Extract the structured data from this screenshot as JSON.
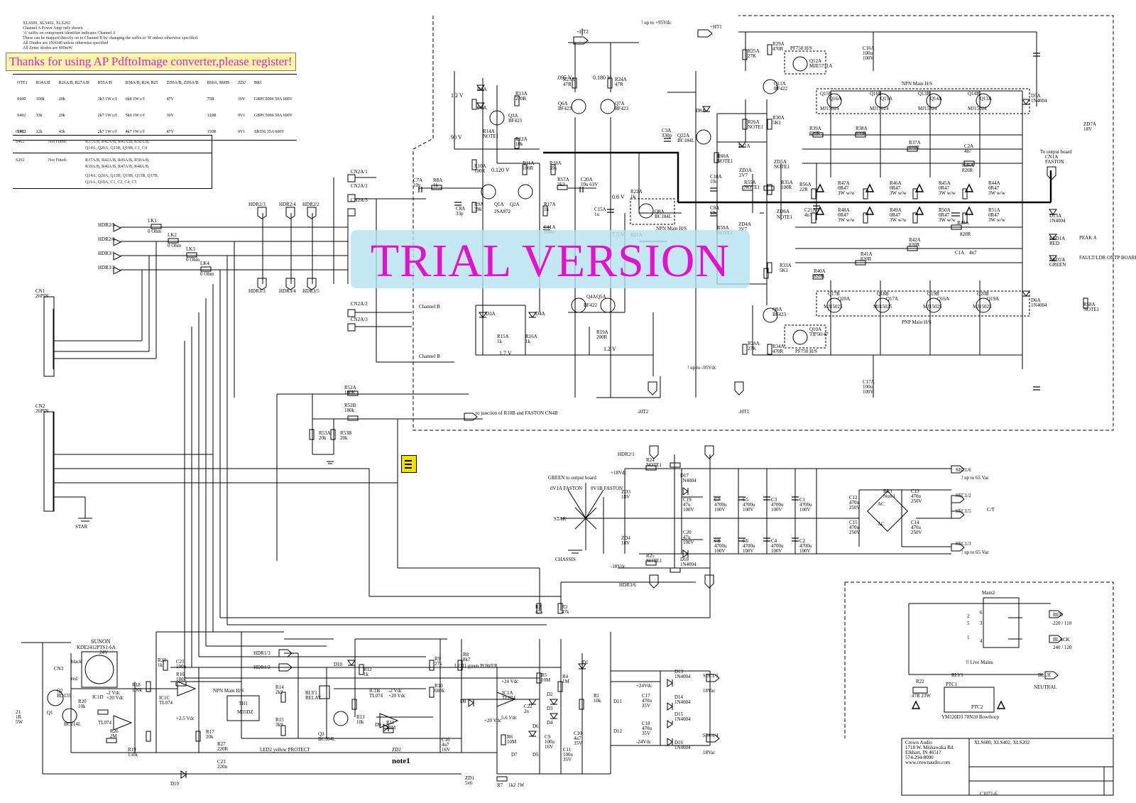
{
  "header_notes": [
    "XLS600, XLS402, XLS202",
    "Channel A Power Amp only shown",
    "'A' suffix on component identifier indicates Channel A",
    "These can be mapped directly on to Channel B by changing the suffix to 'B' unless otherwise specified.",
    "All Diodes are 1N4148 unless otherwise specified",
    "All Zener diodes are 400mW"
  ],
  "banner": "Thanks for using AP PdftoImage converter,please register!",
  "watermark": "TRIAL VERSION",
  "table1": {
    "headers": [
      "OTE1",
      "R14A/B",
      "R26A/B, R27A/B",
      "R55A/B",
      "R58A/B, R24, R25",
      "ZD5A/B, ZD6A/B",
      "R60A, R60B",
      "ZD2",
      "BR1"
    ],
    "rows": [
      [
        "S600",
        "100k",
        "20k",
        "3k3 1W c/f",
        "6k8 1W c/f",
        "47V",
        "75R",
        "10V",
        "GBPC5006 50A 600V"
      ],
      [
        "S402",
        "33k",
        "20k",
        "2k7 1W c/f",
        "5k6 1W c/f",
        "30V",
        "120R",
        "9V1",
        "GBPC5006 50A 600V"
      ],
      [
        "S402",
        "22k",
        "43k",
        "2k7 1W c/f",
        "4k7 1W c/f",
        "47V",
        "150R",
        "9V1",
        "SB356 35A 600V"
      ]
    ]
  },
  "table2": {
    "header": "OTE2",
    "rows": [
      {
        "model": "S402",
        "label": "Not Fitted:",
        "items": [
          "R37A/B, R42A/B,  R45A/B, R50A/B,",
          "Q14A, Q20A,  Q13B, Q19B,  C1, C4"
        ]
      },
      {
        "model": "S202",
        "label": "Not Fitted:",
        "items": [
          "R37A/B, R42A/B,  R45A/B, R50A/B,",
          "R39A/B, R40A/B,  R47A/B, R48A/B,",
          "Q14A, Q20A,  Q13B, Q19B,  Q15B, Q17B,",
          "Q16A, Q18A,  C1, C2,  C4, C5"
        ]
      }
    ]
  },
  "labels": {
    "hv_top": "! up to +95Vdc",
    "hv_bot": "! up to -95Vdc",
    "ht2_top": "+HT2",
    "ht1_top": "+HT1",
    "ht2_bot": "-HT2",
    "ht1_bot": "-HT1",
    "npn_main": "NPN Main H/S",
    "pnp_main": "PNP Main H/S",
    "npn_driver": "NPN Main H/S",
    "pf750": "PF750 H/S",
    "output_board": "To output board",
    "cn1a": "CN1A",
    "faston": "FASTON",
    "peak": "PEAK A",
    "fault": "FAULT/LDR ONTP BOARD",
    "chan_b": "Channel B",
    "junction": "to junction of R10B and FASTON CN4B",
    "cn1": "CN1",
    "cn1_pins": "26PIN",
    "cn2": "CN2",
    "cn2_pins": "26PIN",
    "star": "STAR",
    "chassis": "CHASSIS",
    "green_out": "GREEN to output board",
    "faston_0v1a": "0V1A FASTON",
    "faston_0v1b": "0V1B FASTON",
    "to65_1": "! up to 65 Vac",
    "to65_2": "! up to 65 Vac",
    "ct": "C/T",
    "sec1_6": "SEC1/6",
    "sec1_2": "SEC1/2",
    "sec1_5": "SEC1/5",
    "sec1_3": "SEC1/3",
    "sec1_1": "SEC1/1",
    "sec1_4": "SEC1/4",
    "vac18a": "18Vac",
    "vac18b": "18Vac",
    "main2": "Main2",
    "v220": "220 / 110",
    "v240": "240 / 120",
    "live": "!! Live Mains",
    "blue": "BLUE",
    "neutral": "NEUTRAL",
    "rly1": "RLY1",
    "ptc1": "PTC1",
    "ptc2": "PTC2",
    "r22": "R22",
    "r22v": "47R 23W",
    "bowthorp": "YM120D3 70N10 Bowthorp",
    "sunon": "SUNON",
    "fan_model": "KDE2412PTS1-6A",
    "fan_v": "24V",
    "black": "black",
    "red": "red",
    "cn3": "CN3",
    "hdr1_3": "HDR1/3",
    "hdr1_2": "HDR1/2",
    "th1": "TH1",
    "th1b": "M35DZ",
    "npn_main2": "NPN Main H/S",
    "note1": "note1",
    "zd2": "ZD2",
    "led1": "LED1 green POWER",
    "led2": "LED2 yellow PROTECT",
    "led1a": "LED1A RED",
    "led2a": "LED2A GREEN",
    "company": "Crown Audio",
    "address1": "1718 W. Mishawaka Rd.",
    "address2": "Elkhart, IN 46517",
    "phone": "574-294-8000",
    "web": "www.crownaudio.com",
    "models": "XLS600, XLS402, XLS202",
    "docno": "C10716",
    "v_12": "1.2 V",
    "v_90": "90 V",
    "v_012": "0.120 V",
    "v_17": "1.7 V",
    "v_12b": "1.2 V",
    "v_095": ".095 V",
    "v_0180": "0.180 V",
    "v_06": "0.6 V",
    "v_75": "7.5 V"
  }
}
